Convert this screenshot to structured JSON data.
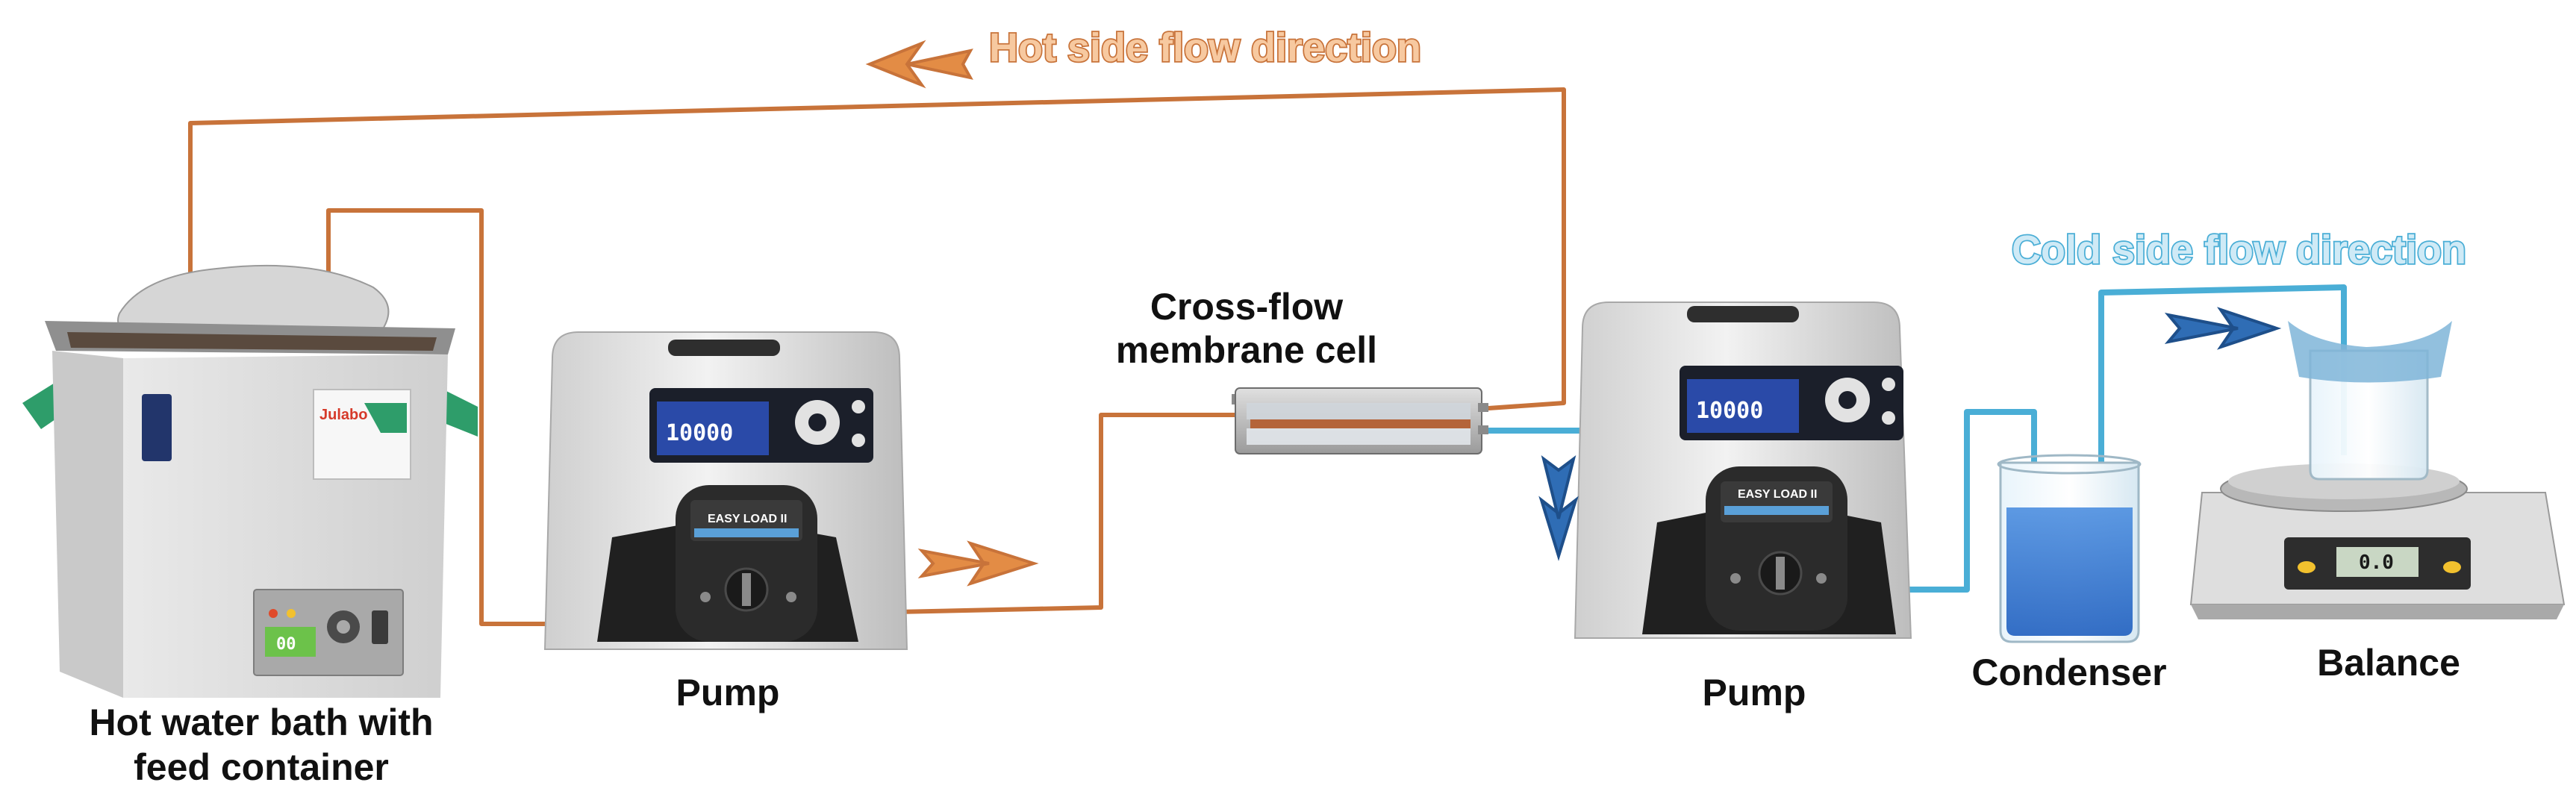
{
  "labels": {
    "hot_bath_line1": "Hot water bath with",
    "hot_bath_line2": "feed container",
    "pump_hot": "Pump",
    "membrane_line1": "Cross-flow",
    "membrane_line2": "membrane cell",
    "pump_cold": "Pump",
    "condenser": "Condenser",
    "balance": "Balance"
  },
  "flow": {
    "hot_title": "Hot side flow direction",
    "cold_title": "Cold side flow direction"
  },
  "devices": {
    "bath_brand": "Julabo",
    "bath_display": "00",
    "pump_hot_display": "10000",
    "pump_hot_head": "EASY LOAD II",
    "pump_cold_display": "10000",
    "pump_cold_head": "EASY LOAD II",
    "balance_display": "0.0"
  },
  "colors": {
    "hot": "#c8733a",
    "cold": "#4aaed6",
    "hot_title_fill": "#f7c9a0",
    "cold_title_fill": "#cfeaf6"
  }
}
